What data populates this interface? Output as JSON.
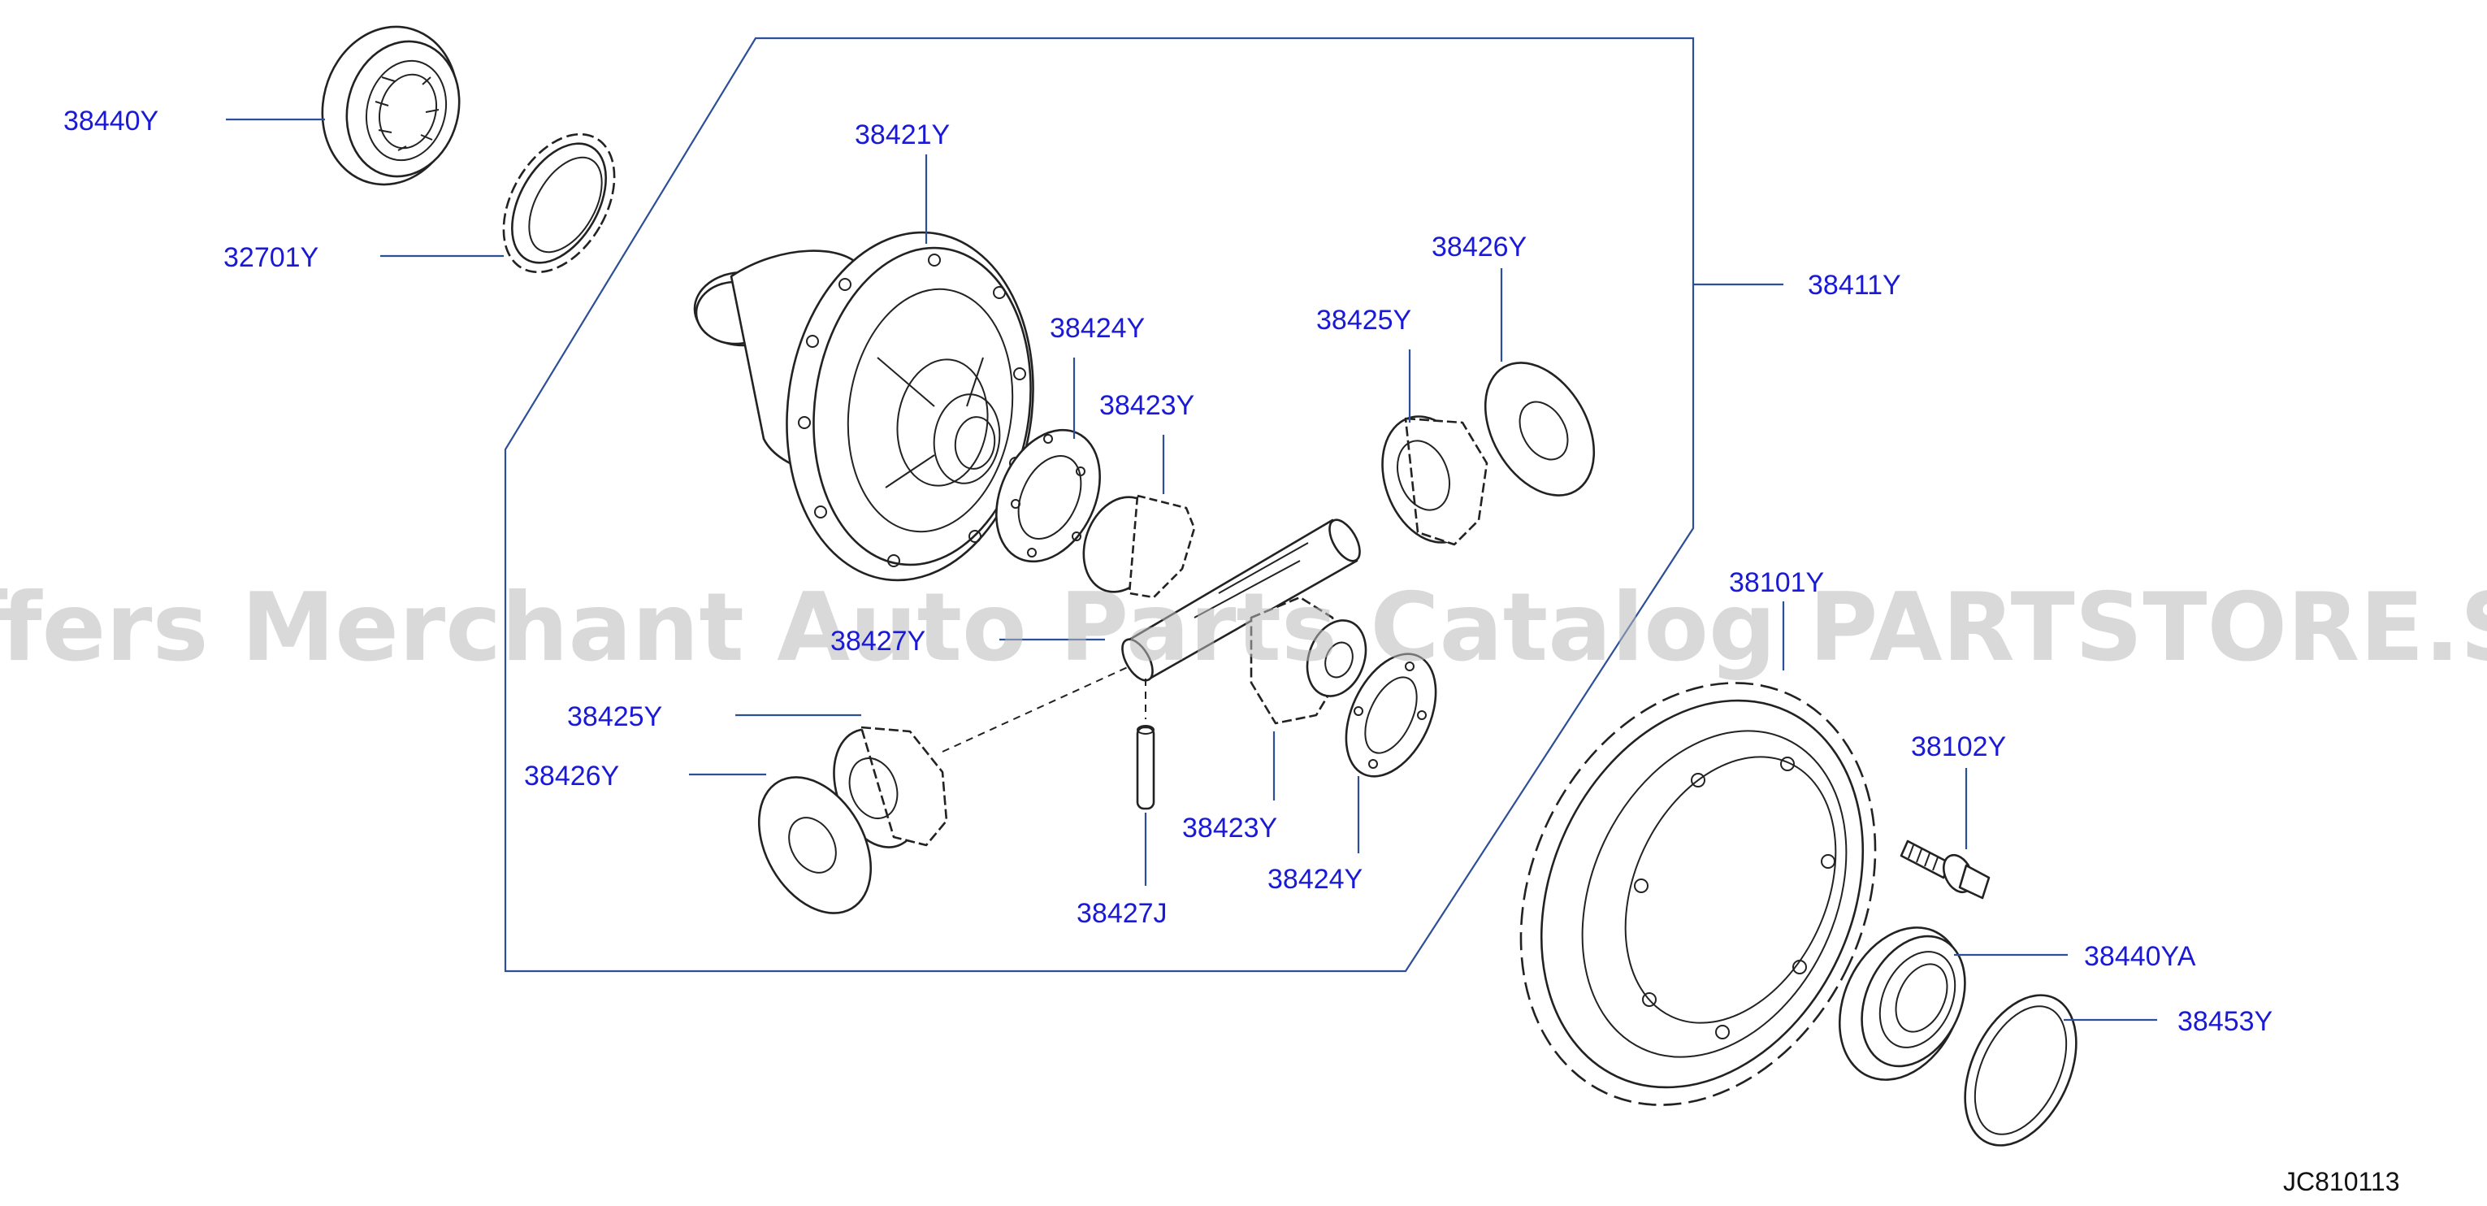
{
  "labels": {
    "p38440Y": "38440Y",
    "p32701Y": "32701Y",
    "p38421Y": "38421Y",
    "p38424Y_top": "38424Y",
    "p38423Y_top": "38423Y",
    "p38425Y_top": "38425Y",
    "p38426Y_top": "38426Y",
    "p38411Y": "38411Y",
    "p38427Y": "38427Y",
    "p38425Y_left": "38425Y",
    "p38426Y_left": "38426Y",
    "p38423Y_bottom": "38423Y",
    "p38424Y_bottom": "38424Y",
    "p38427J": "38427J",
    "p38101Y": "38101Y",
    "p38102Y": "38102Y",
    "p38440YA": "38440YA",
    "p38453Y": "38453Y"
  },
  "diagram_code": "JC810113",
  "watermark": "Offers Merchant Auto Parts Catalog PARTSTORE.SA",
  "colors": {
    "label": "#1a1ad6",
    "leader": "#2c4f98",
    "part_outline": "#222222",
    "watermark": "#b9b9b9"
  }
}
